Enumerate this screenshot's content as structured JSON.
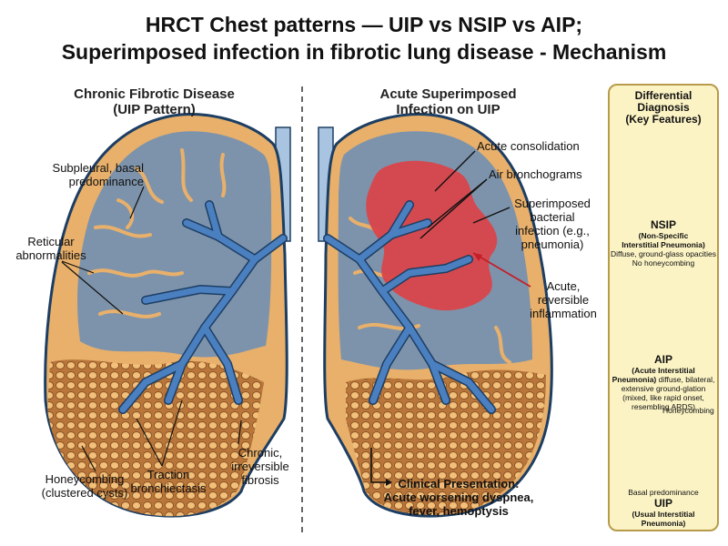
{
  "title": {
    "line1": "HRCT Chest patterns — UIP vs NSIP vs AIP;",
    "line2": "Superimposed infection in fibrotic lung disease - Mechanism"
  },
  "left": {
    "heading1": "Chronic Fibrotic Disease",
    "heading2": "(UIP Pattern)",
    "subpleural1": "Subpleural, basal",
    "subpleural2": "predominance",
    "reticular1": "Reticular",
    "reticular2": "abnormalities",
    "honeycomb1": "Honeycombing",
    "honeycomb2": "(clustered cysts)",
    "traction1": "Traction",
    "traction2": "bronchiectasis",
    "chronic1": "Chronic,",
    "chronic2": "irreversible",
    "chronic3": "fibrosis"
  },
  "right": {
    "heading1": "Acute Superimposed",
    "heading2": "Infection on UIP",
    "consolidation": "Acute consolidation",
    "air": "Air bronchograms",
    "super1": "Superimposed",
    "super2": "bacterial",
    "super3": "infection (e.g.,",
    "super4": "pneumonia)",
    "acute1": "Acute,",
    "acute2": "reversible",
    "acute3": "inflammation",
    "clinical1": "Clinical Presentation:",
    "clinical2": "Acute worsening dyspnea,",
    "clinical3": "fever, hemoptysis"
  },
  "panel": {
    "h1": "Differential",
    "h2": "Diagnosis",
    "h3": "(Key Features)",
    "nsip_title": "NSIP",
    "nsip_sub1": "(Non-Specific",
    "nsip_sub2": "Interstitial Pneumonia)",
    "nsip_desc1": "Diffuse, ground-glass opacities",
    "nsip_desc2": "No honeycombing",
    "aip_title": "AIP",
    "aip_sub1": "(Acute Interstitial",
    "aip_line2a": "Pneumonia)",
    "aip_line2b": " diffuse, bilateral,",
    "aip_line3": "extensive ground-glation",
    "aip_line4": "(mixed, like rapid onset,",
    "aip_line5": "resembling ARDS)",
    "honey_label": "Honeycombing",
    "basal_label": "Basal predominance",
    "uip_title": "UIP",
    "uip_sub1": "(Usual Interstitial",
    "uip_sub2": "Pneumonia)"
  },
  "colors": {
    "lung_fill": "#7d93ab",
    "lung_outline": "#1d3e63",
    "fibrosis": "#e8b06a",
    "airway": "#4a7fc0",
    "consolidation": "#d9454a",
    "panel_bg": "#fbf3c4"
  }
}
